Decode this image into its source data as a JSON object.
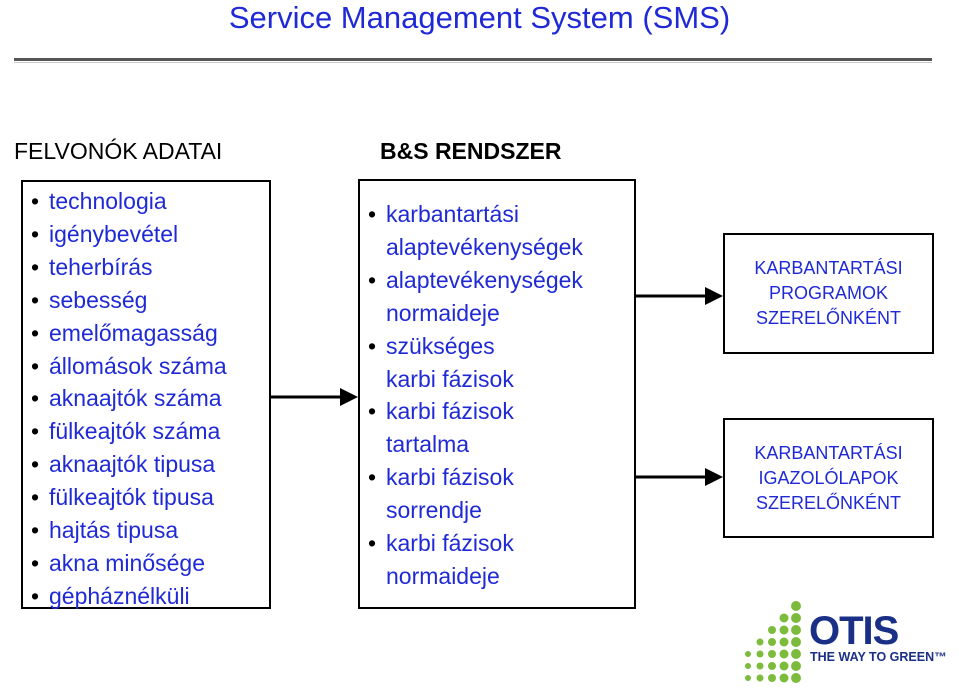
{
  "title": "Service Management System (SMS)",
  "left_panel": {
    "heading": "FELVONÓK ADATAI",
    "items": [
      "technologia",
      "igénybevétel",
      "teherbírás",
      "sebesség",
      "emelőmagasság",
      "állomások száma",
      "aknaajtók száma",
      "fülkeajtók száma",
      "aknaajtók tipusa",
      "fülkeajtók tipusa",
      "hajtás tipusa",
      "akna minősége",
      "gépháznélküli"
    ]
  },
  "middle_panel": {
    "heading": "B&S RENDSZER",
    "items": [
      {
        "line1": "karbantartási",
        "line2": "alaptevékenységek"
      },
      {
        "line1": "alaptevékenységek",
        "line2": "normaideje"
      },
      {
        "line1": "szükséges",
        "line2": "karbi fázisok"
      },
      {
        "line1": "karbi fázisok",
        "line2": "tartalma"
      },
      {
        "line1": "karbi fázisok",
        "line2": "sorrendje"
      },
      {
        "line1": "karbi fázisok",
        "line2": "normaideje"
      }
    ]
  },
  "right_boxes": [
    {
      "line1": "KARBANTARTÁSI",
      "line2": "PROGRAMOK",
      "line3": "SZERELŐNKÉNT"
    },
    {
      "line1": "KARBANTARTÁSI",
      "line2": "IGAZOLÓLAPOK",
      "line3": "SZERELŐNKÉNT"
    }
  ],
  "logo": {
    "name": "OTIS",
    "tagline": "THE WAY TO GREEN™"
  },
  "colors": {
    "text_blue": "#1f2ad6",
    "logo_navy": "#1a2f86",
    "logo_green": "#7dbb3c"
  }
}
